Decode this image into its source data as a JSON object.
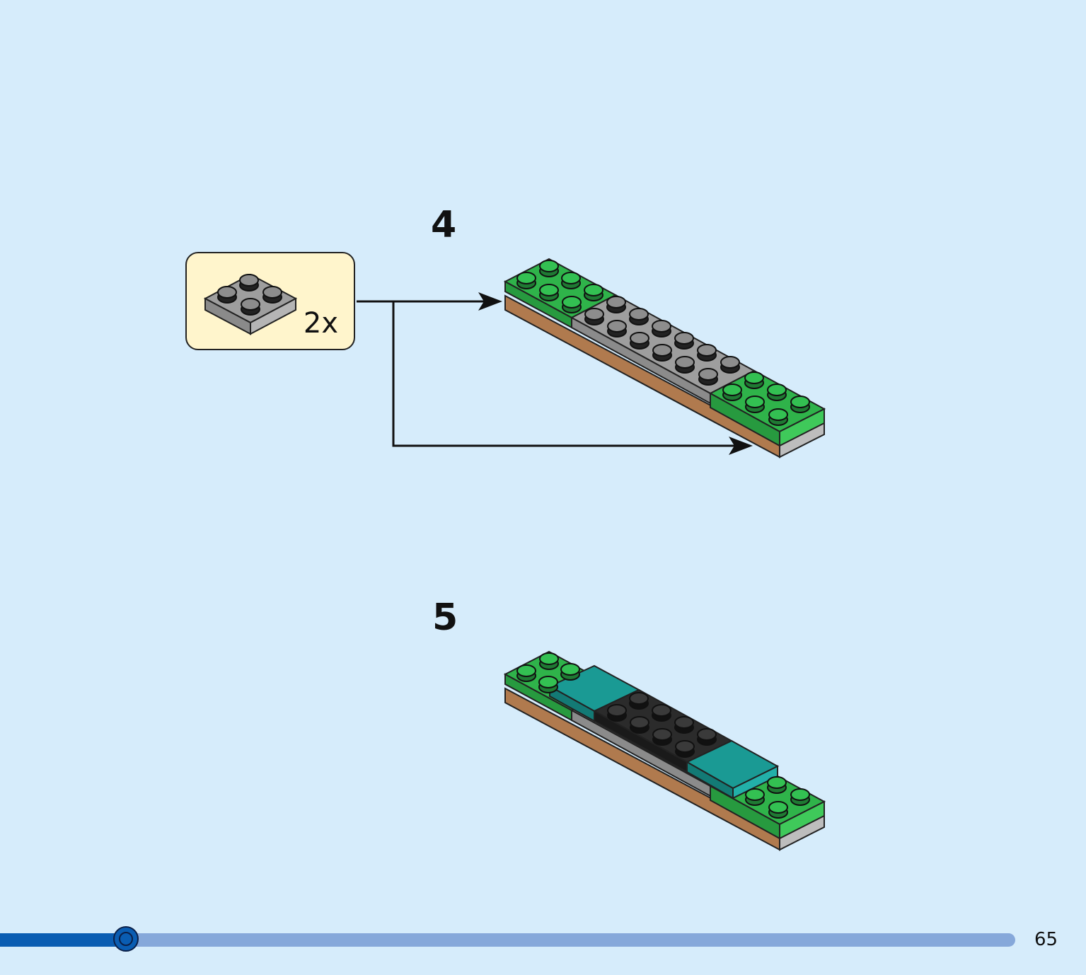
{
  "steps": [
    {
      "number": "4"
    },
    {
      "number": "5"
    }
  ],
  "parts_callout": {
    "quantity": "2x",
    "part_icon": "grey-2x2-plate-icon"
  },
  "progress": {
    "fraction": 0.124
  },
  "page_number": "65",
  "colors": {
    "background": "#d6ecfb",
    "callout_background": "#fff5cc",
    "progress_fill": "#0a5db2",
    "progress_track": "#86a8da",
    "brick_green": "#2fb34a",
    "brick_grey": "#9e9e9e",
    "brick_teal": "#1a9a94",
    "brick_black": "#2b2b2b",
    "brick_brown": "#b07a4e"
  }
}
